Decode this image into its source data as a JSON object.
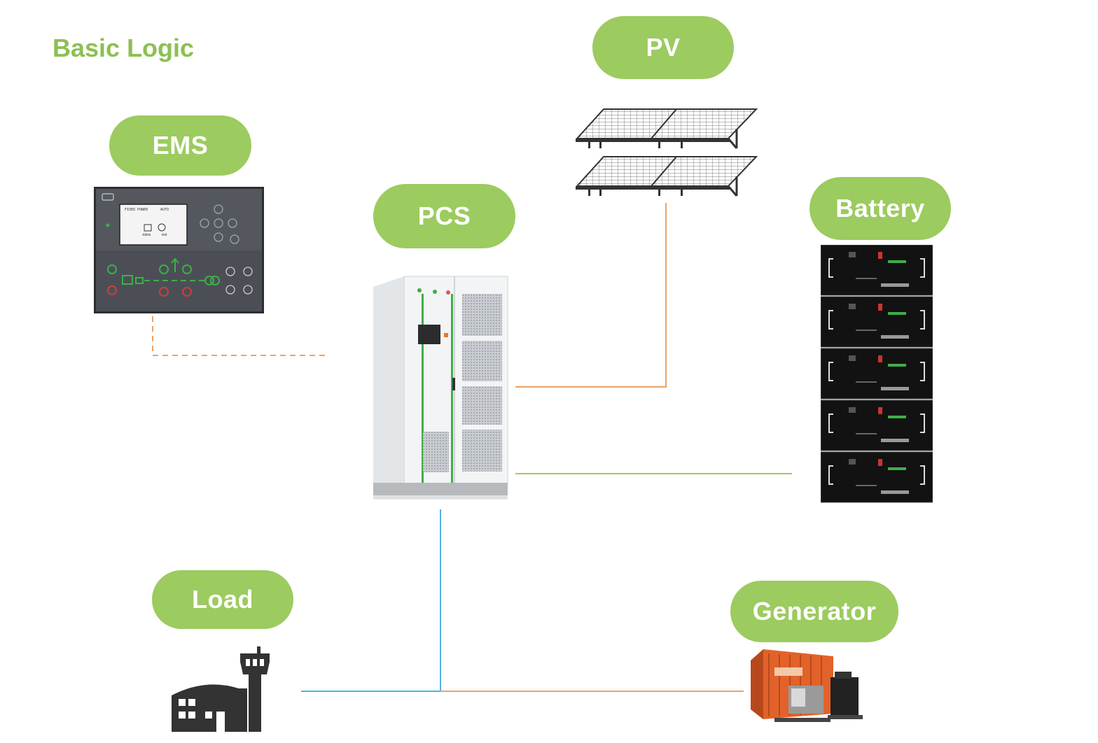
{
  "title": "Basic Logic",
  "nodes": {
    "pv": "PV",
    "ems": "EMS",
    "pcs": "PCS",
    "battery": "Battery",
    "load": "Load",
    "generator": "Generator"
  },
  "ems_screen": {
    "line1": "FIXED POWER",
    "line2": "AUTO",
    "left_value": "400kW",
    "right_value": "0kW"
  },
  "colors": {
    "accent_green": "#9ccb5f",
    "title_green": "#8cc052",
    "line_orange": "#e8a36a",
    "line_green": "#9ccb5f",
    "line_blue": "#4fb3e0"
  },
  "icons": [
    "pv-panels-icon",
    "ems-controller-icon",
    "pcs-cabinet-icon",
    "battery-rack-icon",
    "factory-icon",
    "generator-icon"
  ]
}
